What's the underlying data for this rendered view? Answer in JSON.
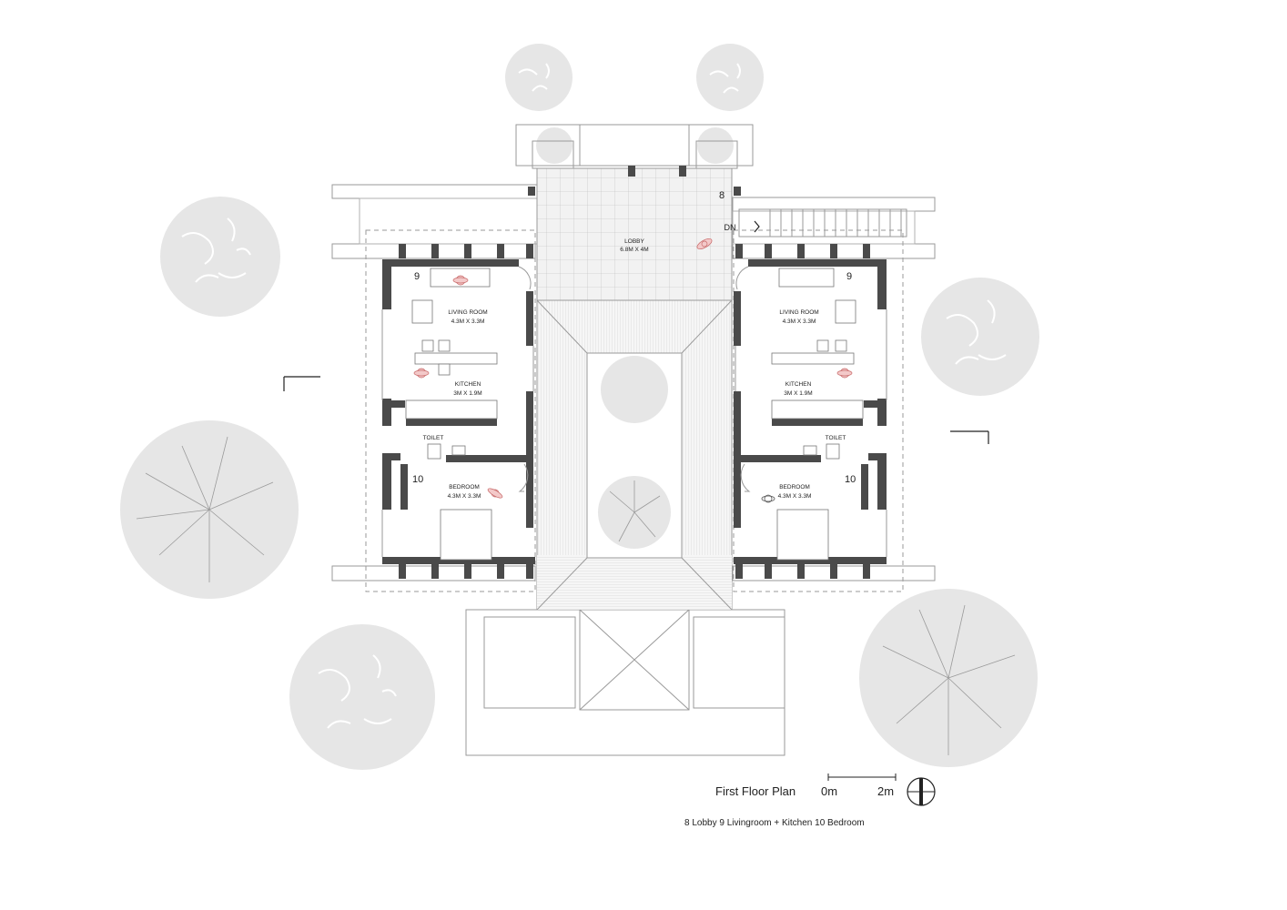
{
  "drawing": {
    "title": "First Floor Plan",
    "legend": "8 Lobby  9 Livingroom + Kitchen  10 Bedroom",
    "scale": {
      "start": "0m",
      "end": "2m"
    },
    "stair_label": "DN"
  },
  "lobby": {
    "number": "8",
    "name": "LOBBY",
    "size": "6.8M X 4M"
  },
  "left_unit": {
    "living_number": "9",
    "bedroom_number": "10",
    "living": {
      "name": "LIVING ROOM",
      "size": "4.3M X 3.3M"
    },
    "kitchen": {
      "name": "KITCHEN",
      "size": "3M X 1.9M"
    },
    "toilet": {
      "name": "TOILET"
    },
    "bedroom": {
      "name": "BEDROOM",
      "size": "4.3M X 3.3M"
    }
  },
  "right_unit": {
    "living_number": "9",
    "bedroom_number": "10",
    "living": {
      "name": "LIVING ROOM",
      "size": "4.3M X 3.3M"
    },
    "kitchen": {
      "name": "KITCHEN",
      "size": "3M X 1.9M"
    },
    "toilet": {
      "name": "TOILET"
    },
    "bedroom": {
      "name": "BEDROOM",
      "size": "4.3M X 3.3M"
    }
  },
  "colors": {
    "wall": "#4a4a4a",
    "tree": "#e6e6e6",
    "person": "#f3c9c9"
  }
}
